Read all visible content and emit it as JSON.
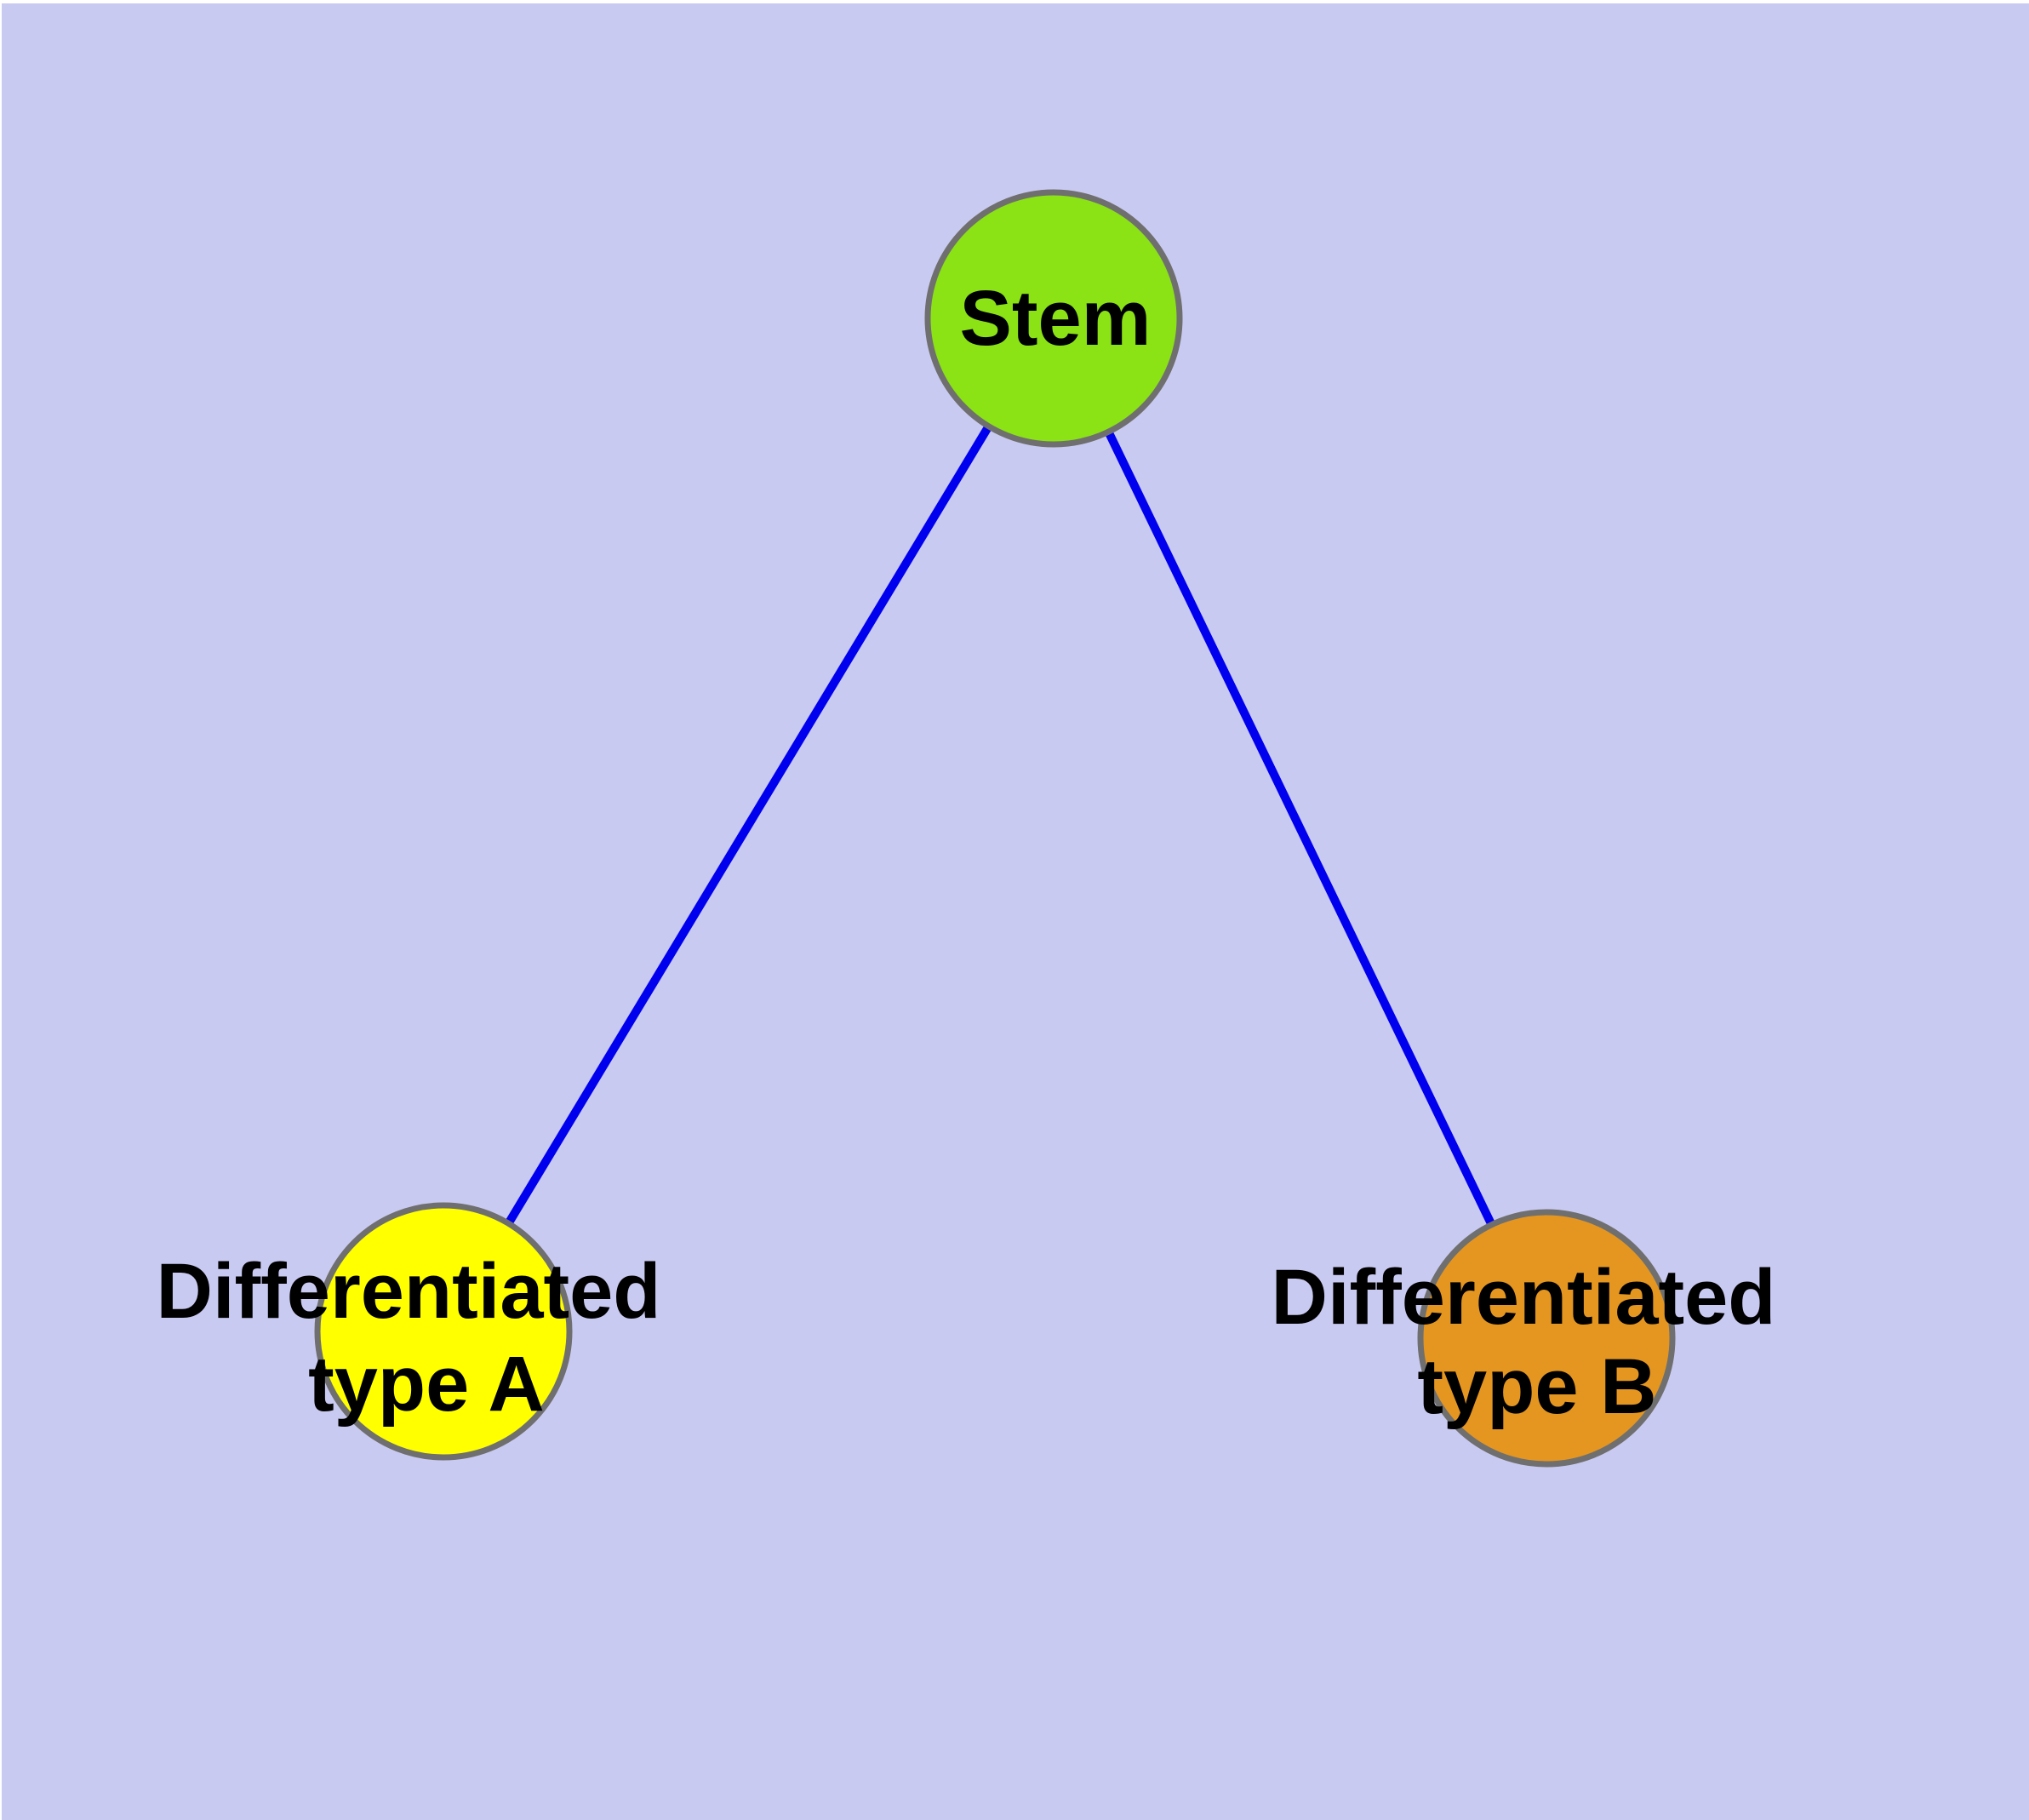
{
  "graph": {
    "type": "node-link-diagram",
    "nodes": [
      {
        "id": "stem",
        "label": "Stem",
        "fill": "#8BE215"
      },
      {
        "id": "differentiated-type-a",
        "label_line1": "Differentiated",
        "label_line2": "type A",
        "fill": "#FFFF00"
      },
      {
        "id": "differentiated-type-b",
        "label_line1": "Differentiated",
        "label_line2": "type B",
        "fill": "#E49620"
      }
    ],
    "edges": [
      {
        "from": "Stem",
        "to": "Differentiated type A"
      },
      {
        "from": "Stem",
        "to": "Differentiated type B"
      }
    ]
  },
  "colors": {
    "background": "#C9CAF1",
    "edge": "#0000EE",
    "node_stroke": "#6F6F6F",
    "label_text": "#000000",
    "page_margin": "#FFFFFF"
  }
}
